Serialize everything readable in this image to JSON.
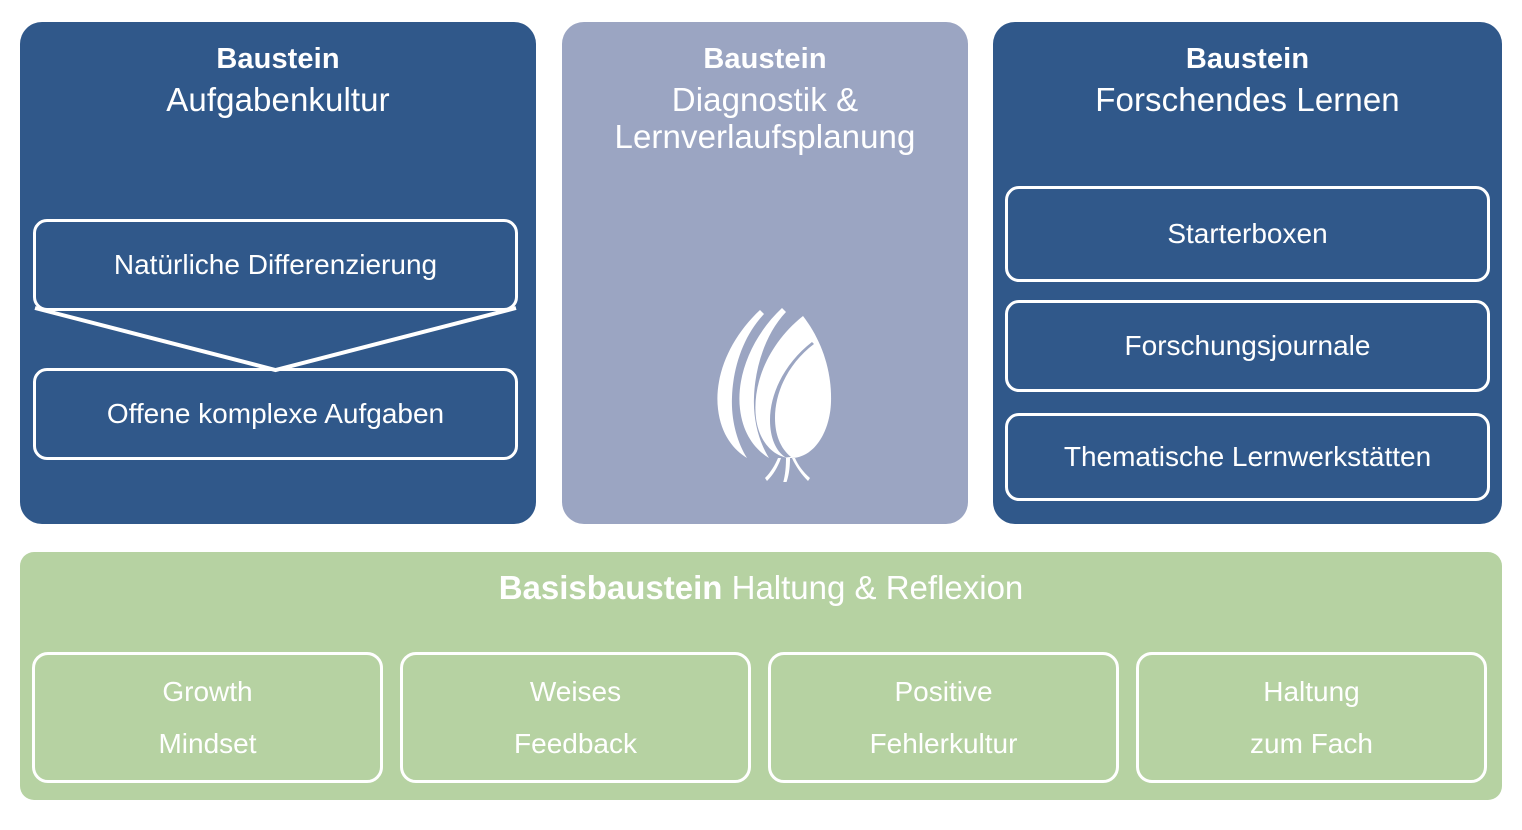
{
  "theme": {
    "blue": "#30588A",
    "gray_blue": "#9BA5C2",
    "green": "#B6D2A2",
    "outline": "#FFFFFF",
    "text": "#FFFFFF",
    "background": "#FFFFFF"
  },
  "panels": [
    {
      "id": "panel-1",
      "kicker": "Baustein",
      "name": "Aufgabenkultur",
      "color": "#30588A",
      "chips": [
        "Natürliche Differenzierung",
        "Offene komplexe Aufgaben"
      ],
      "connector": "v-shaped-white-line"
    },
    {
      "id": "panel-2",
      "kicker": "Baustein",
      "name": "Diagnostik & Lernverlaufsplanung",
      "name_line_1": "Diagnostik &",
      "name_line_2": "Lernverlaufsplanung",
      "color": "#9BA5C2",
      "chips": [],
      "icon": "leaf-icon"
    },
    {
      "id": "panel-3",
      "kicker": "Baustein",
      "name": "Forschendes Lernen",
      "color": "#30588A",
      "chips": [
        "Starterboxen",
        "Forschungsjournale",
        "Thematische Lernwerkstätten"
      ]
    }
  ],
  "base": {
    "title_strong": "Basisbaustein",
    "title_light": " Haltung & Reflexion",
    "color": "#B6D2A2",
    "chips": [
      {
        "line1": "Growth",
        "line2": "Mindset"
      },
      {
        "line1": "Weises",
        "line2": "Feedback"
      },
      {
        "line1": "Positive",
        "line2": "Fehlerkultur"
      },
      {
        "line1": "Haltung",
        "line2": "zum Fach"
      }
    ]
  }
}
